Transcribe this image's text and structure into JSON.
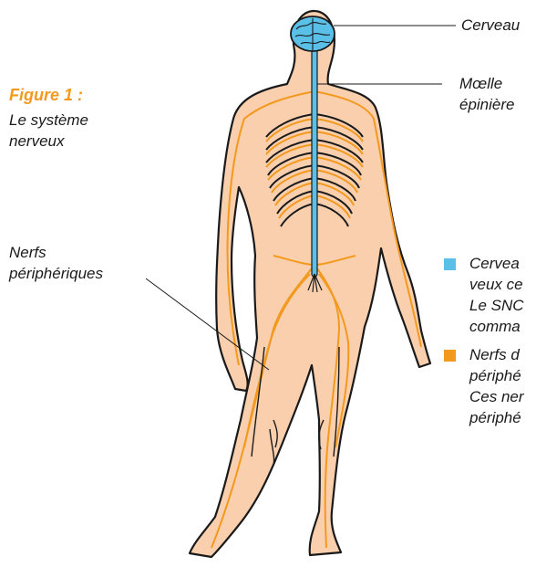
{
  "caption": {
    "title": "Figure 1 :",
    "line1": "Le système",
    "line2": "nerveux"
  },
  "labels": {
    "brain": "Cerveau",
    "spinal_line1": "Mœlle",
    "spinal_line2": "épinière",
    "nerves_line1": "Nerfs",
    "nerves_line2": "périphériques"
  },
  "legend": {
    "cns": {
      "color": "#5bc0e8",
      "lines": [
        "Cervea",
        "veux ce",
        "Le SNC",
        "comma"
      ]
    },
    "pns": {
      "color": "#f39a1e",
      "lines": [
        "Nerfs d",
        "périphé",
        "Ces ner",
        "périphé"
      ]
    }
  },
  "colors": {
    "skin": "#f9cfae",
    "outline": "#1a1a1a",
    "cns": "#5bc0e8",
    "nerves": "#f39a1e",
    "title_accent": "#f39a1e"
  }
}
